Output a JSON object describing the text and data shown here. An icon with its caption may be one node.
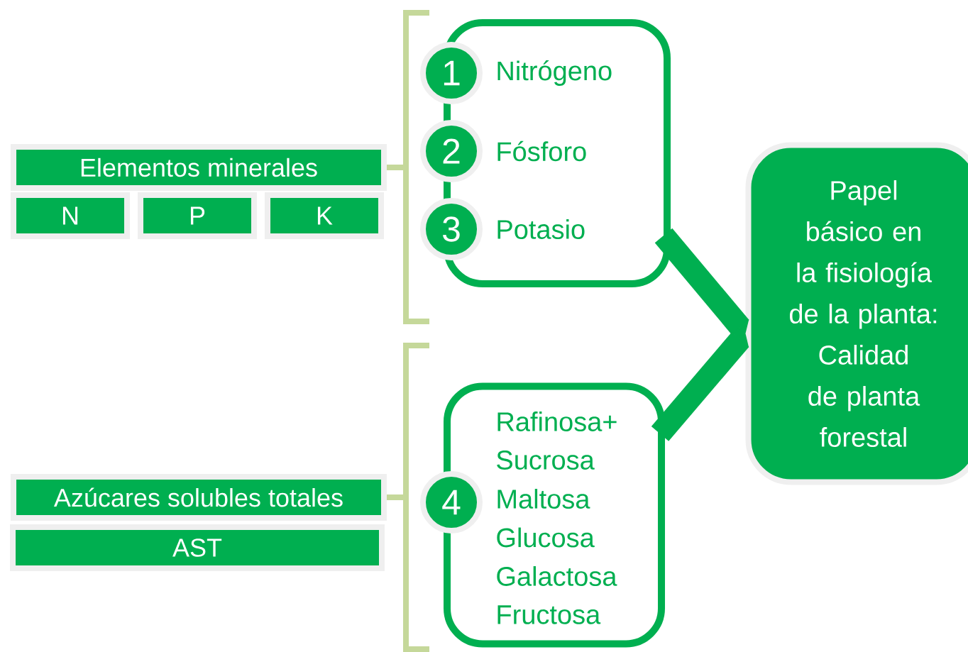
{
  "diagram": {
    "nodes": [
      {
        "text": [
          "Elementos minerales"
        ]
      },
      {
        "text": [
          "N"
        ]
      },
      {
        "text": [
          "P"
        ]
      },
      {
        "text": [
          "K"
        ]
      },
      {
        "text": [
          "Azúcares solubles totales"
        ]
      },
      {
        "text": [
          "AST"
        ]
      },
      {
        "text": [
          "Nitrógeno",
          "Fósforo",
          "Potasio"
        ]
      },
      {
        "text": [
          "1"
        ]
      },
      {
        "text": [
          "2"
        ]
      },
      {
        "text": [
          "3"
        ]
      },
      {
        "text": [
          "Rafinosa+",
          "Sucrosa",
          "Maltosa",
          "Glucosa",
          "Galactosa",
          "Fructosa"
        ]
      },
      {
        "text": [
          "4"
        ]
      },
      {
        "text": [
          "Papel básico en la fisiología de la planta: Calidad de planta forestal"
        ]
      }
    ],
    "edges": [
      {
        "from": 6,
        "to": 12,
        "arrow": "to"
      },
      {
        "from": 10,
        "to": 12,
        "arrow": "to"
      }
    ]
  }
}
